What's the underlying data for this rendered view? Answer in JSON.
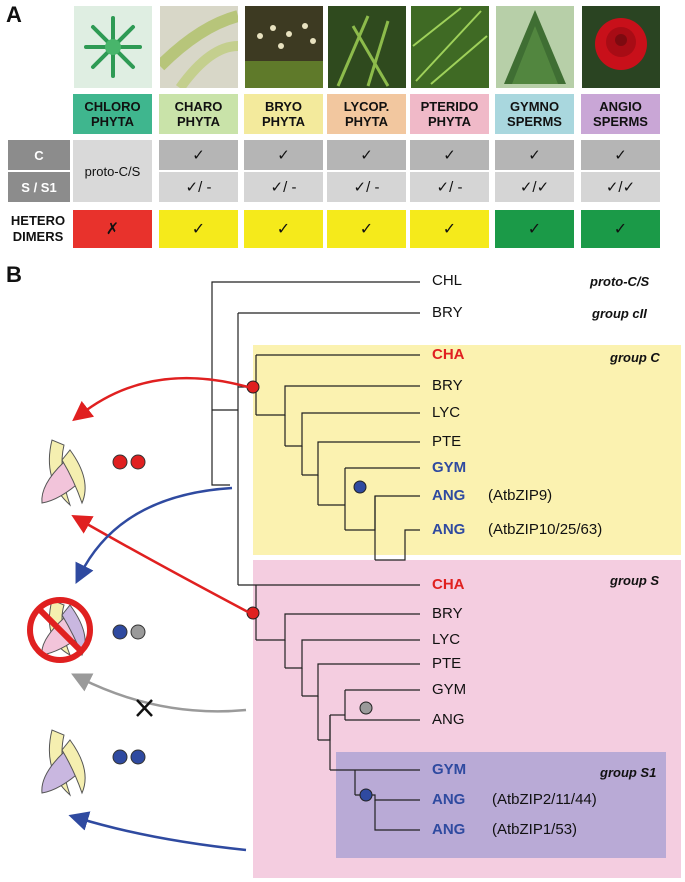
{
  "panel_a": {
    "letter": "A",
    "clades": [
      {
        "line1": "CHLORO",
        "line2": "PHYTA",
        "bg": "#3fb68e",
        "photo": "green-alga-icon"
      },
      {
        "line1": "CHARO",
        "line2": "PHYTA",
        "bg": "#c9e3a9",
        "photo": "charophyte-icon"
      },
      {
        "line1": "BRYO",
        "line2": "PHYTA",
        "bg": "#f3ea9c",
        "photo": "moss-icon"
      },
      {
        "line1": "LYCOP.",
        "line2": "PHYTA",
        "bg": "#f2c79f",
        "photo": "lycophyte-icon"
      },
      {
        "line1": "PTERIDO",
        "line2": "PHYTA",
        "bg": "#f0b9c8",
        "photo": "fern-icon"
      },
      {
        "line1": "GYMNO",
        "line2": "SPERMS",
        "bg": "#a9d7de",
        "photo": "conifer-icon"
      },
      {
        "line1": "ANGIO",
        "line2": "SPERMS",
        "bg": "#c9a6d6",
        "photo": "rose-icon"
      }
    ],
    "rows": {
      "c_label": "C",
      "s_label": "S / S1",
      "proto_label": "proto-C/S",
      "c_values": [
        "✓",
        "✓",
        "✓",
        "✓",
        "✓",
        "✓"
      ],
      "s_values": [
        "✓/  -",
        "✓/  -",
        "✓/  -",
        "✓/  -",
        "✓/✓",
        "✓/✓"
      ],
      "hetero_label_1": "HETERO",
      "hetero_label_2": "DIMERS",
      "hetero_values": [
        "✗",
        "✓",
        "✓",
        "✓",
        "✓",
        "✓",
        "✓"
      ],
      "hetero_colors": [
        "#e8322c",
        "#f5ea1b",
        "#f5ea1b",
        "#f5ea1b",
        "#f5ea1b",
        "#1b9a48",
        "#1b9a48"
      ]
    }
  },
  "panel_b": {
    "letter": "B",
    "top_taxa": {
      "chl": "CHL",
      "bry": "BRY"
    },
    "group_labels": {
      "proto": "proto-C/S",
      "cii": "group cII",
      "c": "group C",
      "s": "group S",
      "s1": "group S1"
    },
    "group_c_taxa": {
      "cha": "CHA",
      "bry": "BRY",
      "lyc": "LYC",
      "pte": "PTE",
      "gym": "GYM",
      "ang1": "ANG",
      "ang2": "ANG"
    },
    "group_c_genes": {
      "ang1": "(AtbZIP9)",
      "ang2": "(AtbZIP10/25/63)"
    },
    "group_s_taxa": {
      "cha": "CHA",
      "bry": "BRY",
      "lyc": "LYC",
      "pte": "PTE",
      "gym": "GYM",
      "ang": "ANG"
    },
    "group_s1_taxa": {
      "gym": "GYM",
      "ang1": "ANG",
      "ang2": "ANG"
    },
    "group_s1_genes": {
      "ang1": "(AtbZIP2/11/44)",
      "ang2": "(AtbZIP1/53)"
    },
    "colors": {
      "red": "#e02020",
      "blue": "#2f4aa0",
      "gray": "#9a9a9a",
      "group_c_bg": "#fbf2b0",
      "group_s_bg": "#f4cde0",
      "group_s1_bg": "#b9aad6"
    },
    "icons": [
      "dimer-pink-yellow-icon",
      "no-dimer-icon",
      "dimer-purple-yellow-icon",
      "red-circle-icon",
      "blue-circle-icon",
      "gray-circle-icon",
      "cross-mark-icon"
    ]
  }
}
